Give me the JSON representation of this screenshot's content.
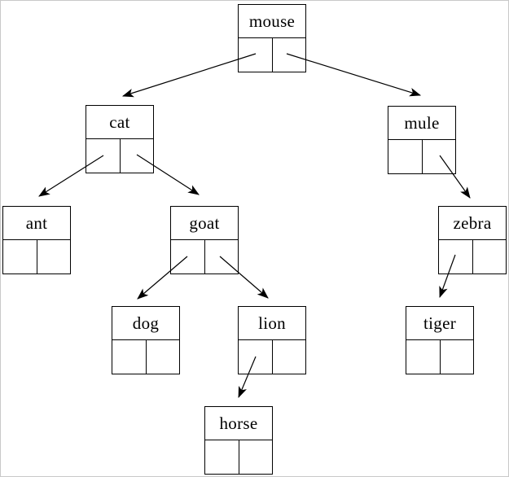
{
  "diagram": {
    "kind": "binary-search-tree",
    "background_color": "#ffffff",
    "line_color": "#000000",
    "page_border_color": "#c9c9c9",
    "nodes": [
      {
        "id": "mouse",
        "label": "mouse",
        "left_child": "cat",
        "right_child": "mule"
      },
      {
        "id": "cat",
        "label": "cat",
        "left_child": "ant",
        "right_child": "goat"
      },
      {
        "id": "mule",
        "label": "mule",
        "left_child": null,
        "right_child": "zebra"
      },
      {
        "id": "ant",
        "label": "ant",
        "left_child": null,
        "right_child": null
      },
      {
        "id": "goat",
        "label": "goat",
        "left_child": "dog",
        "right_child": "lion"
      },
      {
        "id": "zebra",
        "label": "zebra",
        "left_child": "tiger",
        "right_child": null
      },
      {
        "id": "dog",
        "label": "dog",
        "left_child": null,
        "right_child": null
      },
      {
        "id": "lion",
        "label": "lion",
        "left_child": "horse",
        "right_child": null
      },
      {
        "id": "tiger",
        "label": "tiger",
        "left_child": null,
        "right_child": null
      },
      {
        "id": "horse",
        "label": "horse",
        "left_child": null,
        "right_child": null
      }
    ],
    "edges": [
      {
        "from": "mouse",
        "pointer": "left",
        "to": "cat"
      },
      {
        "from": "mouse",
        "pointer": "right",
        "to": "mule"
      },
      {
        "from": "cat",
        "pointer": "left",
        "to": "ant"
      },
      {
        "from": "cat",
        "pointer": "right",
        "to": "goat"
      },
      {
        "from": "mule",
        "pointer": "right",
        "to": "zebra"
      },
      {
        "from": "goat",
        "pointer": "left",
        "to": "dog"
      },
      {
        "from": "goat",
        "pointer": "right",
        "to": "lion"
      },
      {
        "from": "lion",
        "pointer": "left",
        "to": "horse"
      },
      {
        "from": "zebra",
        "pointer": "left",
        "to": "tiger"
      }
    ]
  }
}
